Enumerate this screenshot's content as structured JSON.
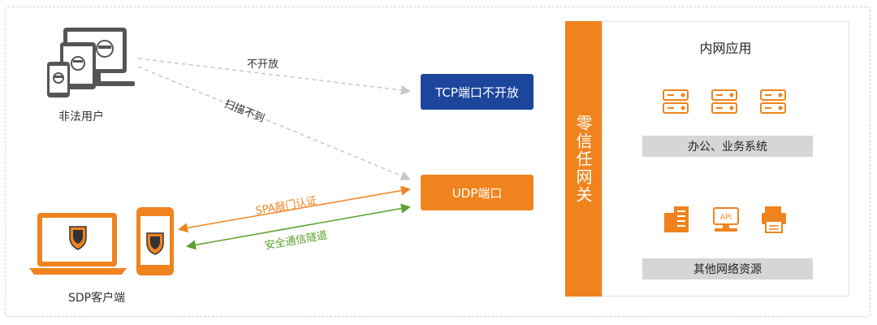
{
  "users": {
    "illegal_label": "非法用户",
    "sdp_label": "SDP客户端"
  },
  "flows": {
    "not_open": "不开放",
    "scan_fail": "扫描不到",
    "spa_knock": "SPA敲门认证",
    "secure_tunnel": "安全通信隧道"
  },
  "ports": {
    "tcp": "TCP端口不开放",
    "udp": "UDP端口"
  },
  "gateway": {
    "label": "零信任网关"
  },
  "resources": {
    "title": "内网应用",
    "office": "办公、业务系统",
    "other": "其他网络资源",
    "api_text": "API"
  },
  "colors": {
    "navy": "#1c469c",
    "orange": "#f0831e",
    "green": "#5aa02c",
    "grey": "#d6d6d6"
  }
}
